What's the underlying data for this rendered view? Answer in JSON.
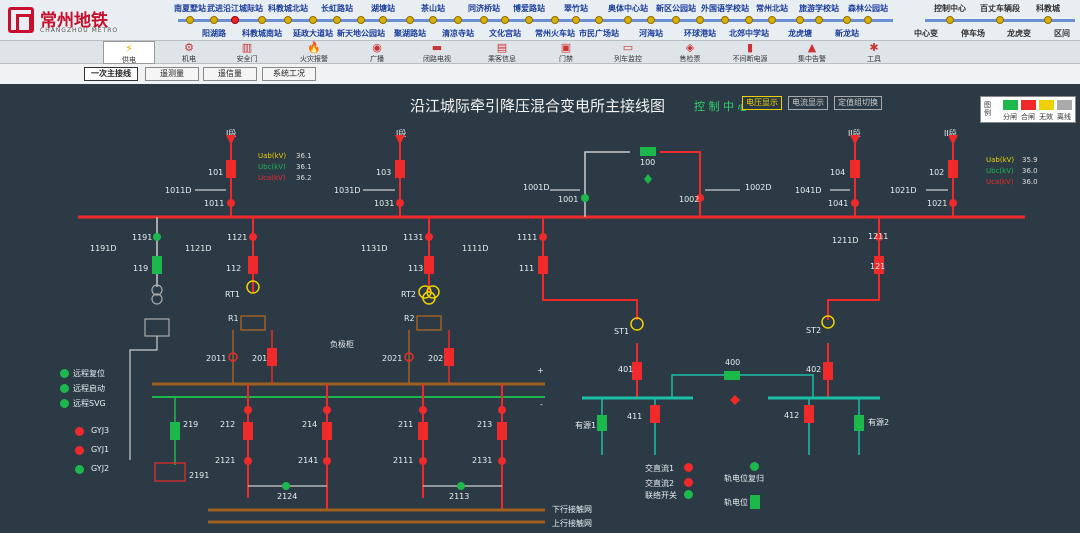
{
  "logo": {
    "cn": "常州地铁",
    "en": "CHANGZHOU METRO"
  },
  "stations_top": [
    "南夏墅站",
    "武进沿江城际站",
    "科教城北站",
    "长虹路站",
    "湖塘站",
    "茶山站",
    "同济桥站",
    "博爱路站",
    "翠竹站",
    "奥体中心站",
    "新区公园站",
    "外国语学校站",
    "常州北站",
    "旅游学校站",
    "森林公园站"
  ],
  "stations_bottom": [
    "阳湖路",
    "科教城南站",
    "延政大道站",
    "新天地公园站",
    "聚湖路站",
    "清凉寺站",
    "文化宫站",
    "常州火车站",
    "市民广场站",
    "河海站",
    "环球港站",
    "北郊中学站",
    "龙虎塘",
    "新龙站"
  ],
  "depots_top": [
    "控制中心",
    "百丈车辆段",
    "科教城"
  ],
  "depots_bottom": [
    "中心变",
    "停车场",
    "龙虎变",
    "区间"
  ],
  "tabs": [
    {
      "label": "供电",
      "icon": "⚡"
    },
    {
      "label": "机电",
      "icon": "⚙"
    },
    {
      "label": "安全门",
      "icon": "▥"
    },
    {
      "label": "火灾报警",
      "icon": "🔥"
    },
    {
      "label": "广播",
      "icon": "◉"
    },
    {
      "label": "闭路电视",
      "icon": "▬"
    },
    {
      "label": "乘客信息",
      "icon": "▤"
    },
    {
      "label": "门禁",
      "icon": "▣"
    },
    {
      "label": "列车监控",
      "icon": "▭"
    },
    {
      "label": "售检票",
      "icon": "◈"
    },
    {
      "label": "不间断电源",
      "icon": "▮"
    },
    {
      "label": "集中告警",
      "icon": "▲"
    },
    {
      "label": "工具",
      "icon": "✱"
    }
  ],
  "subtabs": [
    "一次主接线",
    "遥测量",
    "遥信量",
    "系统工况"
  ],
  "title": "沿江城际牵引降压混合变电所主接线图",
  "control_center": "控 制 中 心",
  "display_buttons": [
    "电压显示",
    "电流显示",
    "定值组切换"
  ],
  "legend": {
    "title": "图例",
    "items": [
      {
        "label": "分闸",
        "color": "#1db84c"
      },
      {
        "label": "合闸",
        "color": "#f02a2a"
      },
      {
        "label": "无效",
        "color": "#f0d000"
      },
      {
        "label": "离线",
        "color": "#aaaaaa"
      }
    ]
  },
  "left_voltages": [
    {
      "name": "Uab(kV)",
      "value": "36.1",
      "color": "#f0d000"
    },
    {
      "name": "Ubc(kV)",
      "value": "36.1",
      "color": "#1db84c"
    },
    {
      "name": "Uca(kV)",
      "value": "36.2",
      "color": "#f02a2a"
    }
  ],
  "right_voltages": [
    {
      "name": "Uab(kV)",
      "value": "35.9",
      "color": "#f0d000"
    },
    {
      "name": "Ubc(kV)",
      "value": "36.0",
      "color": "#1db84c"
    },
    {
      "name": "Uca(kV)",
      "value": "36.0",
      "color": "#f02a2a"
    }
  ],
  "segments": {
    "s1a": "I段",
    "s1b": "I段",
    "s2a": "II段",
    "s2b": "II段"
  },
  "left_controls": [
    "远程复位",
    "远程启动",
    "远程SVG"
  ],
  "gyj": [
    "GYJ3",
    "GYJ1",
    "GYJ2"
  ],
  "bottom_labels": {
    "down": "下行接触网",
    "up": "上行接触网",
    "neg": "负极柜",
    "src1": "有源1",
    "src2": "有源2",
    "ac1": "交直流1",
    "ac2": "交直流2",
    "link": "联络开关",
    "rail_reset": "轨电位复归",
    "rail": "轨电位",
    "plus": "+",
    "minus": "-"
  },
  "device_labels": [
    "101",
    "1011",
    "1011D",
    "103",
    "1031",
    "1031D",
    "100",
    "1001",
    "1001D",
    "1002",
    "1002D",
    "104",
    "1041",
    "1041D",
    "102",
    "1021",
    "1021D",
    "1191",
    "1191D",
    "119",
    "1121",
    "1121D",
    "112",
    "1131",
    "1131D",
    "113",
    "1111",
    "1111D",
    "111",
    "1211",
    "1211D",
    "121",
    "RT1",
    "R1",
    "RT2",
    "R2",
    "2011",
    "201",
    "2021",
    "202",
    "ST1",
    "ST2",
    "401",
    "400",
    "402",
    "411",
    "412",
    "212",
    "2121",
    "214",
    "2141",
    "211",
    "2111",
    "213",
    "2131",
    "219",
    "2191",
    "2124",
    "2113"
  ]
}
